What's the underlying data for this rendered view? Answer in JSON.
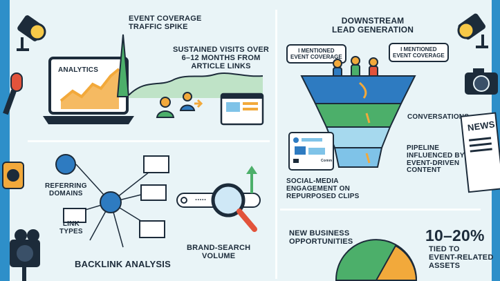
{
  "analytics": {
    "screen_label": "ANALYTICS",
    "spike_label": "EVENT COVERAGE\nTRAFFIC SPIKE",
    "sustained_label": "SUSTAINED VISITS OVER\n6–12 MONTHS FROM\nARTICLE LINKS"
  },
  "backlinks": {
    "referring_domains_label": "REFERRING\nDOMAINS",
    "link_types_label": "LINK\nTYPES",
    "brand_search_label": "BRAND-SEARCH\nVOLUME",
    "section_title": "BACKLINK ANALYSIS",
    "search_dots": "....."
  },
  "funnel": {
    "title": "DOWNSTREAM\nLEAD GENERATION",
    "bubble_left": "I MENTIONED\nEVENT COVERAGE",
    "bubble_right": "I MENTIONED\nEVENT COVERAGE",
    "conversations_label": "CONVERSATIONS",
    "pipeline_label": "PIPELINE\nINFLUENCED BY\nEVENT-DRIVEN\nCONTENT",
    "social_label": "SOCIAL-MEDIA\nENGAGEMENT ON\nREPURPOSED CLIPS",
    "social_card_text": "Comm",
    "news_label": "NEWS"
  },
  "business": {
    "title": "NEW BUSINESS\nOPPORTUNITIES",
    "percentage": "10–20%",
    "caption": "TIED TO\nEVENT-RELATED\nASSETS",
    "share": 0.15
  },
  "colors": {
    "navy": "#1c2b3a",
    "green": "#4caf6a",
    "orange": "#f2a93b",
    "blue": "#2e7bc1",
    "light_blue": "#7fc3e8",
    "red": "#e2533b",
    "background": "#e9f4f7"
  }
}
